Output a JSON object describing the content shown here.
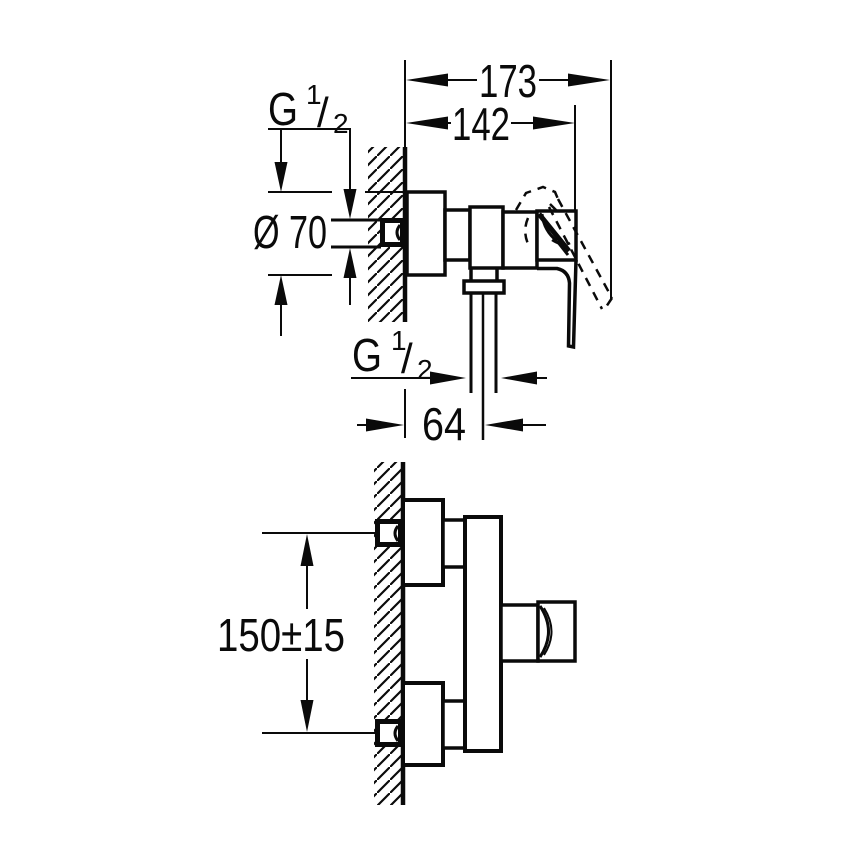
{
  "colors": {
    "ink": "#0a0a0a",
    "background": "#ffffff"
  },
  "side_view": {
    "labels": {
      "total_projection": "173",
      "body_projection": "142",
      "escutcheon_diameter": "Ø 70",
      "wall_to_outlet": "64",
      "inlet_thread": {
        "letter": "G",
        "numerator": "1",
        "fraction_slash": "/",
        "denominator": "2"
      },
      "outlet_thread": {
        "letter": "G",
        "numerator": "1",
        "fraction_slash": "/",
        "denominator": "2"
      }
    }
  },
  "plan_view": {
    "labels": {
      "inlet_spacing": "150±15"
    }
  }
}
